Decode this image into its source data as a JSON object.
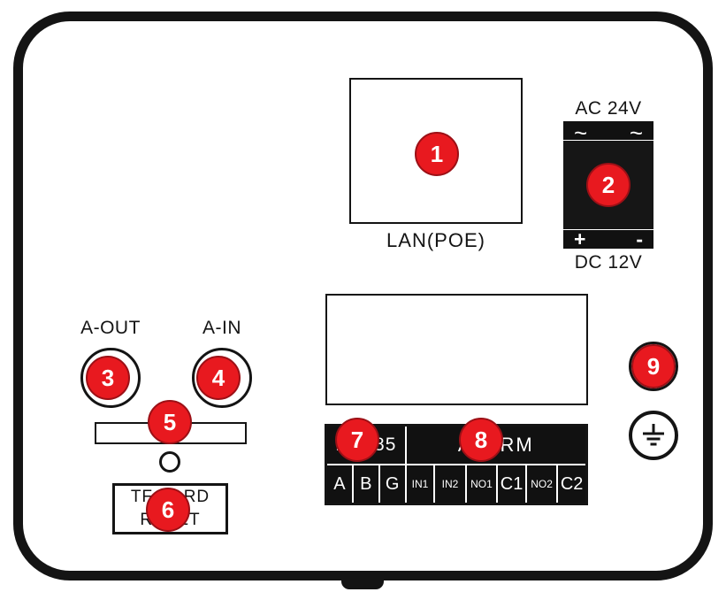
{
  "colors": {
    "callout_fill": "#e8191f",
    "callout_border": "#9c1016",
    "ink": "#141414",
    "terminal_bg": "#111111",
    "terminal_text": "#ffffff"
  },
  "callouts": [
    "1",
    "2",
    "3",
    "4",
    "5",
    "6",
    "7",
    "8",
    "9"
  ],
  "labels": {
    "lan_port": "LAN(POE)",
    "ac_power": "AC 24V",
    "dc_power": "DC 12V",
    "audio_out": "A-OUT",
    "audio_in": "A-IN",
    "tf_card": "TF CARD",
    "reset": "RESET",
    "ac_terminal_left": "~",
    "ac_terminal_right": "~",
    "dc_terminal_plus": "+",
    "dc_terminal_minus": "-"
  },
  "terminal_block": {
    "sections": [
      "RS485",
      "ALARM"
    ],
    "cells": [
      "A",
      "B",
      "G",
      "IN1",
      "IN2",
      "NO1",
      "C1",
      "NO2",
      "C2"
    ]
  }
}
